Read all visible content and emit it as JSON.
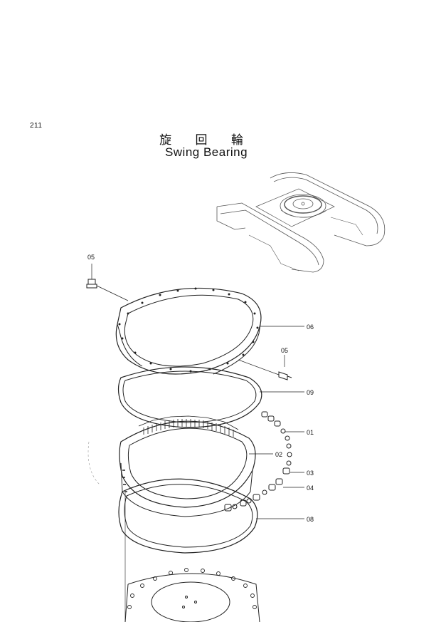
{
  "page_number": "211",
  "title_japanese": "旋 回 輪",
  "title_english": "Swing Bearing",
  "callouts": [
    {
      "id": "06",
      "label": "06"
    },
    {
      "id": "05_top",
      "label": "05"
    },
    {
      "id": "05_right",
      "label": "05"
    },
    {
      "id": "09",
      "label": "09"
    },
    {
      "id": "01",
      "label": "01"
    },
    {
      "id": "02",
      "label": "02"
    },
    {
      "id": "03",
      "label": "03"
    },
    {
      "id": "04",
      "label": "04"
    },
    {
      "id": "08",
      "label": "08"
    }
  ]
}
